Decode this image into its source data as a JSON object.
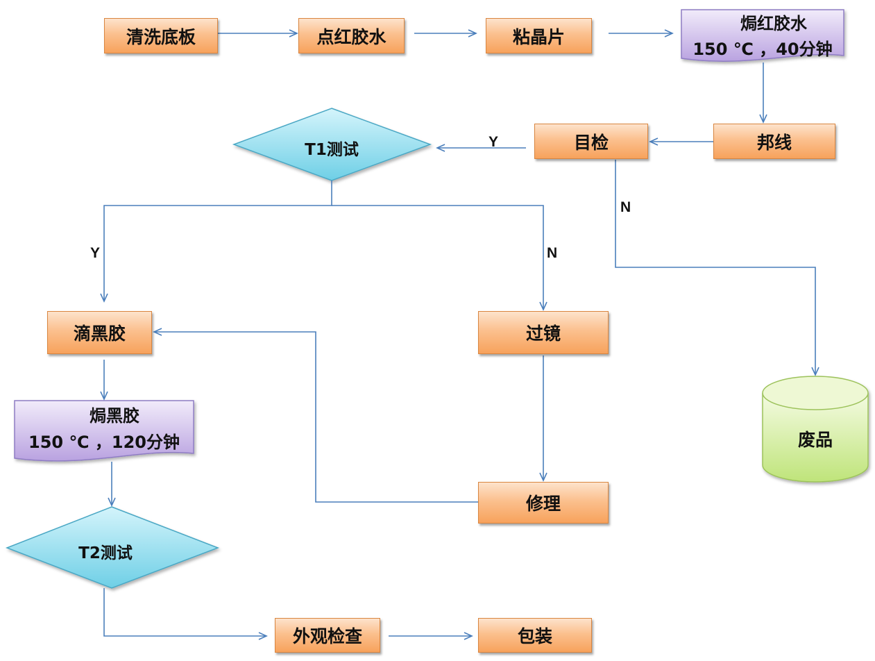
{
  "nodes": {
    "clean_board": "清洗底板",
    "dispense_red_glue": "点红胶水",
    "attach_chip": "粘晶片",
    "bake_red_glue": {
      "title": "焗红胶水",
      "detail": "150 ℃ ，40分钟"
    },
    "wire_bond": "邦线",
    "visual_inspect": "目检",
    "t1_test": "T1测试",
    "drop_black_glue": "滴黑胶",
    "microscope": "过镜",
    "bake_black_glue": {
      "title": "焗黑胶",
      "detail": "150 ℃ ，120分钟"
    },
    "repair": "修理",
    "t2_test": "T2测试",
    "appearance_check": "外观检查",
    "packaging": "包装",
    "scrap": "废品"
  },
  "branch_labels": {
    "inspect_yes": "Y",
    "inspect_no": "N",
    "t1_yes": "Y",
    "t1_no": "N"
  },
  "colors": {
    "process_box": "#f7a25c",
    "document_shape": "#c8b6e6",
    "decision": "#8fdcec",
    "scrap_cylinder": "#d6f09a",
    "connector": "#4a7ebb"
  }
}
